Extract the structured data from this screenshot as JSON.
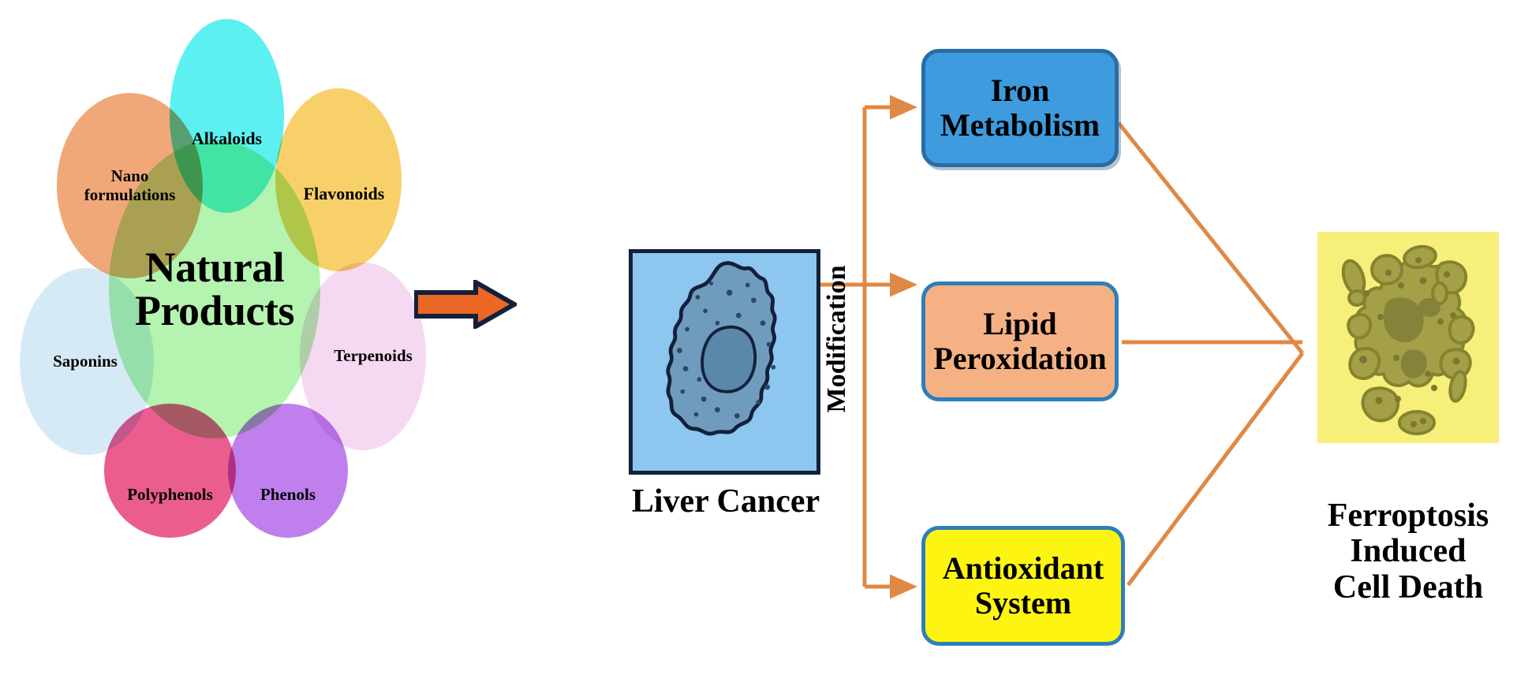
{
  "figure": {
    "type": "scientific-pathway-diagram",
    "background_color": "#ffffff"
  },
  "natural_products": {
    "core_label_line1": "Natural",
    "core_label_line2": "Products",
    "core_color": "#b4f3b0",
    "petals": [
      {
        "id": "alkaloids",
        "label": "Alkaloids",
        "label_line2": "",
        "color": "#5df0f0"
      },
      {
        "id": "flavonoids",
        "label": "Flavonoids",
        "label_line2": "",
        "color": "#f8d06a"
      },
      {
        "id": "terpenoids",
        "label": "Terpenoids",
        "label_line2": "",
        "color": "#f5d9f2"
      },
      {
        "id": "phenols",
        "label": "Phenols",
        "label_line2": "",
        "color": "#bf7fec"
      },
      {
        "id": "polyphenols",
        "label": "Polyphenols",
        "label_line2": "",
        "color": "#ea5d8e"
      },
      {
        "id": "saponins",
        "label": "Saponins",
        "label_line2": "",
        "color": "#d6eaf6"
      },
      {
        "id": "nano-formulations",
        "label": "Nano",
        "label_line2": "formulations",
        "color": "#f0a878"
      }
    ]
  },
  "transition_arrow": {
    "name": "natural-products-to-liver-cancer",
    "fill_color": "#ea6724",
    "outline_color": "#13203c"
  },
  "liver_cancer": {
    "label": "Liver Cancer",
    "panel_background": "#8dc6ef",
    "panel_border": "#13203c",
    "cell_body_color": "#6f9cbd",
    "cell_nucleus_color": "#5a88a8",
    "cell_outline_color": "#13203c"
  },
  "modification": {
    "label": "Modification"
  },
  "pathways": [
    {
      "id": "iron-metabolism",
      "line1": "Iron",
      "line2": "Metabolism",
      "fill": "#3e9bdd",
      "border": "#2a6ca6"
    },
    {
      "id": "lipid-peroxidation",
      "line1": "Lipid",
      "line2": "Peroxidation",
      "fill": "#f5b183",
      "border": "#2d7ebb"
    },
    {
      "id": "antioxidant-system",
      "line1": "Antioxidant",
      "line2": "System",
      "fill": "#fdf511",
      "border": "#2d7ebb"
    }
  ],
  "ferroptosis": {
    "label_line1": "Ferroptosis",
    "label_line2": "Induced",
    "label_line3": "Cell Death",
    "panel_background": "#f6ef7a",
    "fragment_fill": "#a3a048",
    "fragment_outline": "#86832f",
    "fragment_core": "#85823b"
  },
  "connectors": {
    "line_color": "#e08845",
    "stroke_width": 5
  }
}
